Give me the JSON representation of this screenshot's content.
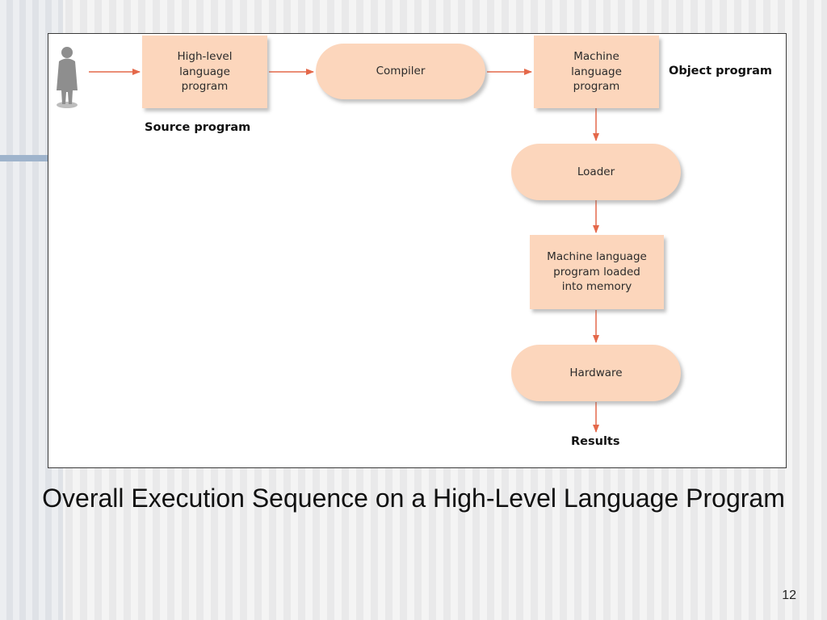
{
  "diagram": {
    "nodes": {
      "high_level": "High-level\nlanguage\nprogram",
      "compiler": "Compiler",
      "machine_language": "Machine\nlanguage\nprogram",
      "loader": "Loader",
      "loaded_memory": "Machine language\nprogram loaded\ninto memory",
      "hardware": "Hardware"
    },
    "labels": {
      "source_program": "Source program",
      "object_program": "Object program",
      "results": "Results"
    },
    "colors": {
      "node_fill": "#fcd6bc",
      "arrow": "#e4684a"
    }
  },
  "caption": "Overall Execution Sequence on a High-Level Language Program",
  "page_number": "12"
}
